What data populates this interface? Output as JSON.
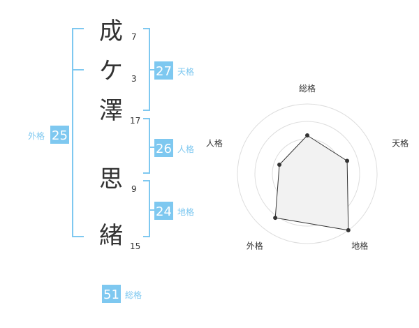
{
  "name_chars": [
    {
      "char": "成",
      "strokes": "7"
    },
    {
      "char": "ケ",
      "strokes": "3"
    },
    {
      "char": "澤",
      "strokes": "17"
    },
    {
      "char": "思",
      "strokes": "9"
    },
    {
      "char": "緒",
      "strokes": "15"
    }
  ],
  "kakusu": {
    "tenkaku": {
      "value": "27",
      "label": "天格"
    },
    "jinkaku": {
      "value": "26",
      "label": "人格"
    },
    "chikaku": {
      "value": "24",
      "label": "地格"
    },
    "gaikaku": {
      "value": "25",
      "label": "外格"
    },
    "soukaku": {
      "value": "51",
      "label": "総格"
    }
  },
  "colors": {
    "accent": "#7ec8f0",
    "text": "#333333",
    "radar_fill": "#f2f2f2",
    "radar_grid": "#dddddd"
  },
  "chart_data": {
    "type": "radar",
    "axes": [
      "総格",
      "天格",
      "地格",
      "外格",
      "人格"
    ],
    "values": [
      0.55,
      0.6,
      1.0,
      0.78,
      0.42
    ],
    "range": [
      0,
      1
    ],
    "rings": 4
  }
}
